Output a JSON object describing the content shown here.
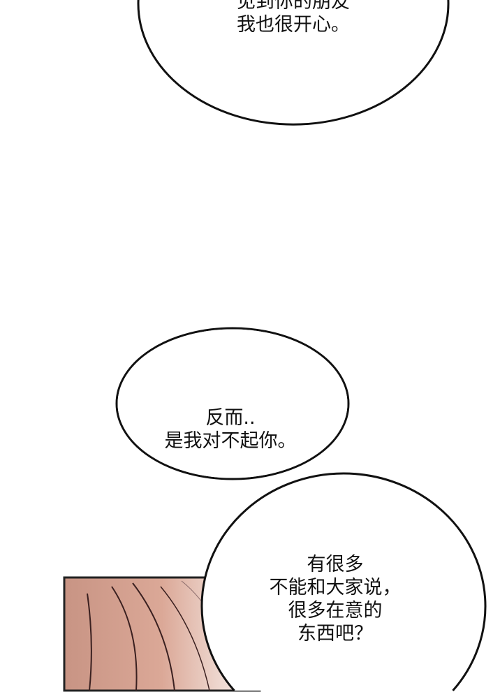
{
  "bubbles": [
    {
      "lines": [
        "见到你的朋友",
        "我也很开心。"
      ]
    },
    {
      "lines": [
        "反而..",
        "是我对不起你。"
      ]
    },
    {
      "lines": [
        "有很多",
        "不能和大家说，",
        "很多在意的",
        "东西吧？"
      ]
    }
  ],
  "colors": {
    "hair": "#d9a594",
    "hair_light": "#f2eeee",
    "outline": "#111111"
  }
}
